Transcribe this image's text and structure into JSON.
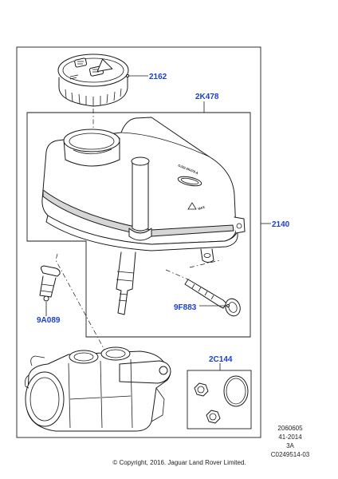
{
  "diagram": {
    "callouts": {
      "cap": "2162",
      "reservoir": "2K478",
      "assembly": "2140",
      "sensor": "9A089",
      "bolt": "9F883",
      "seal_kit": "2C144"
    },
    "reference": {
      "line1": "2060605",
      "line2": "41-2014",
      "line3": "3A",
      "line4": "C0249514-03"
    },
    "copyright": "© Copyright, 2016. Jaguar Land Rover Limited.",
    "reservoir_marks": {
      "max_label": "MAX",
      "part_stamp": "GJ32-2K478-A"
    },
    "colors": {
      "callout_text": "#1a3fd6",
      "line_art": "#1a1a1a",
      "background": "#ffffff"
    }
  }
}
